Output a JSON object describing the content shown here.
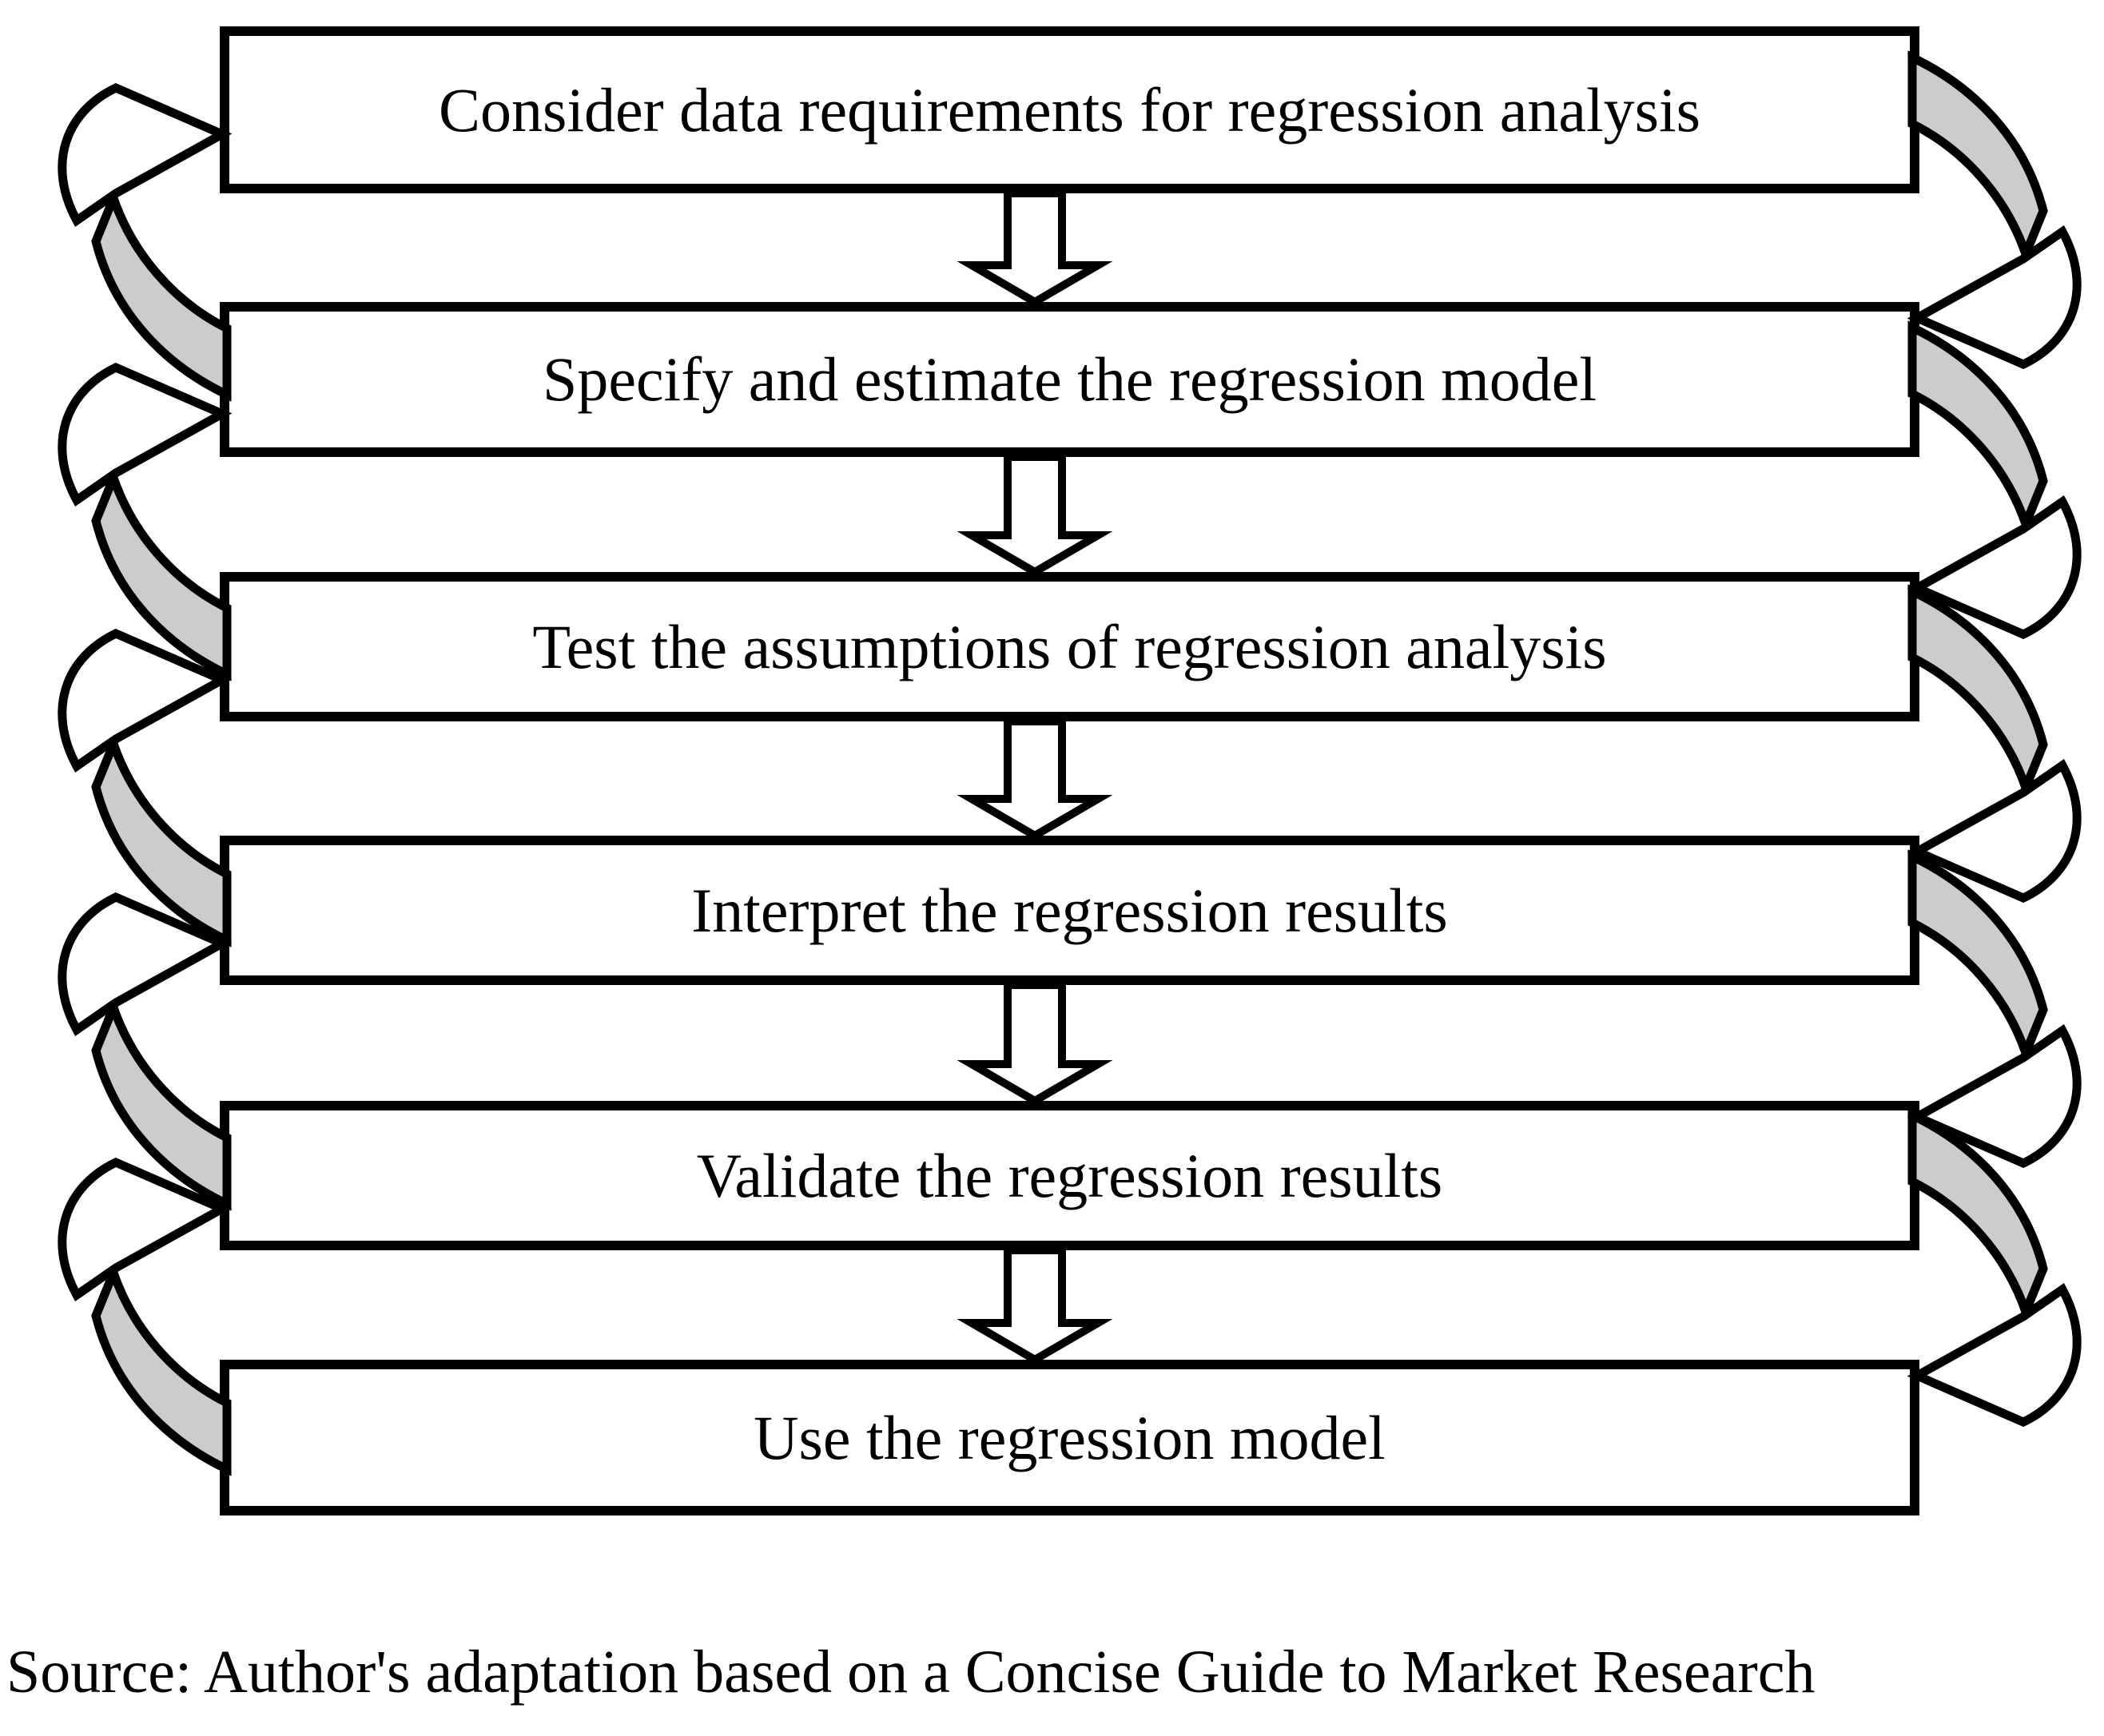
{
  "diagram": {
    "steps": [
      {
        "label": "Consider data requirements for regression analysis"
      },
      {
        "label": "Specify and estimate the regression model"
      },
      {
        "label": "Test the assumptions of regression analysis"
      },
      {
        "label": "Interpret the regression results"
      },
      {
        "label": "Validate the regression results"
      },
      {
        "label": "Use the regression model"
      }
    ],
    "caption": "Source: Author's adaptation based on a Concise Guide to Market Research",
    "colors": {
      "outline": "#000000",
      "box_fill": "#ffffff",
      "arrow_fill": "#ffffff",
      "loop_shade": "#cccccc",
      "background": "#ffffff"
    },
    "icons": {
      "down_arrow": "block-arrow-down",
      "left_loop": "curved-feedback-arrow-up",
      "right_loop": "curved-flow-arrow-down"
    }
  }
}
